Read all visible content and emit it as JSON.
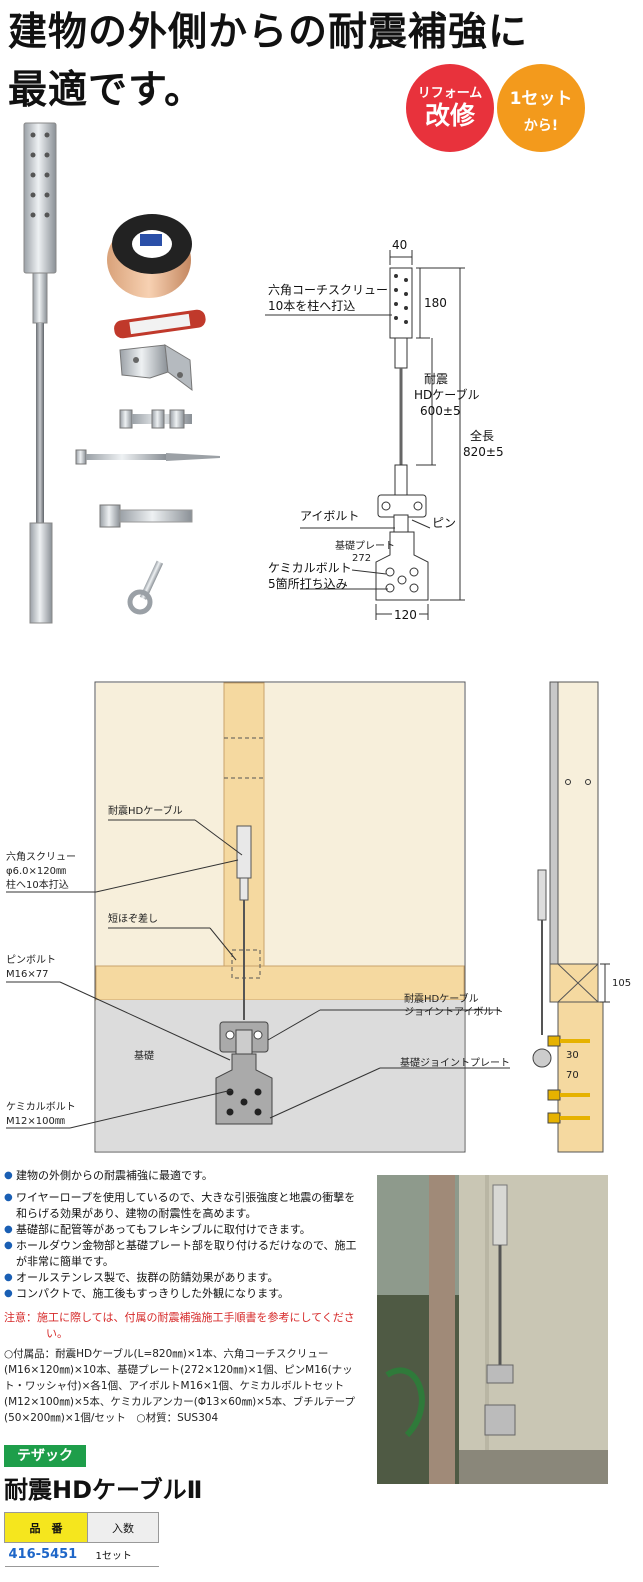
{
  "headline": {
    "line1": "建物の外側からの耐震補強に",
    "line2": "最適です。"
  },
  "badges": {
    "reform_top": "リフォーム",
    "reform_bottom": "改修",
    "set_top": "1セット",
    "set_bottom": "から!"
  },
  "spec_diagram": {
    "dim_width_top": "40",
    "dim_plate_height": "180",
    "screw_label_1": "六角コーチスクリュー",
    "screw_label_2": "10本を柱へ打込",
    "cable_label_1": "耐震",
    "cable_label_2": "HDケーブル",
    "cable_length": "600±5",
    "total_label": "全長",
    "total_length": "820±5",
    "eyebolt_label": "アイボルト",
    "pin_label": "ピン",
    "base_plate_label": "基礎プレート",
    "base_plate_dim": "272",
    "chem_label_1": "ケミカルボルト",
    "chem_label_2": "5箇所打ち込み",
    "dim_base_width": "120"
  },
  "install_diagram": {
    "hd_cable": "耐震HDケーブル",
    "hex_screw_1": "六角スクリュー",
    "hex_screw_2": "φ6.0×120㎜",
    "hex_screw_3": "柱へ10本打込",
    "tenon": "短ほぞ差し",
    "pin_bolt_1": "ピンボルト",
    "pin_bolt_2": "M16×77",
    "foundation": "基礎",
    "chem_bolt_1": "ケミカルボルト",
    "chem_bolt_2": "M12×100㎜",
    "joint_eyebolt_1": "耐震HDケーブル",
    "joint_eyebolt_2": "ジョイントアイボルト",
    "joint_plate": "基礎ジョイントプレート",
    "dim_105": "105",
    "dim_30": "30",
    "dim_70": "70"
  },
  "bullets": [
    "建物の外側からの耐震補強に最適です。",
    "ワイヤーロープを使用しているので、大きな引張強度と地震の衝撃を和らげる効果があり、建物の耐震性を高めます。",
    "基礎部に配管等があってもフレキシブルに取付けできます。",
    "ホールダウン金物部と基礎プレート部を取り付けるだけなので、施工が非常に簡単です。",
    "オールステンレス製で、抜群の防錆効果があります。",
    "コンパクトで、施工後もすっきりした外観になります。"
  ],
  "caution": "注意：施工に際しては、付属の耐震補強施工手順書を参考にしてください。",
  "notes": "○付属品：耐震HDケーブル(L=820㎜)×1本、六角コーチスクリュー(M16×120㎜)×10本、基礎プレート(272×120㎜)×1個、ピンM16(ナット・ワッシャ付)×各1個、アイボルトM16×1個、ケミカルボルトセット(M12×100㎜)×5本、ケミカルアンカー(Φ13×60㎜)×5本、ブチルテープ(50×200㎜)×1個/セット　○材質：SUS304",
  "brand": "テザック",
  "product_name": "耐震HDケーブルⅡ",
  "table": {
    "header_code": "品　番",
    "header_qty": "入数",
    "code": "416-5451",
    "qty": "1セット"
  },
  "colors": {
    "badge_red": "#e8323c",
    "badge_orange": "#f39a1c",
    "bullet_blue": "#1a5fb4",
    "caution_red": "#d62a2a",
    "brand_green": "#1e9e4a",
    "table_yellow": "#f5e61e",
    "code_blue": "#1e66c8",
    "wood_light": "#f7efdb",
    "wood_column": "#f5d9a0",
    "concrete": "#dcdcdc"
  }
}
